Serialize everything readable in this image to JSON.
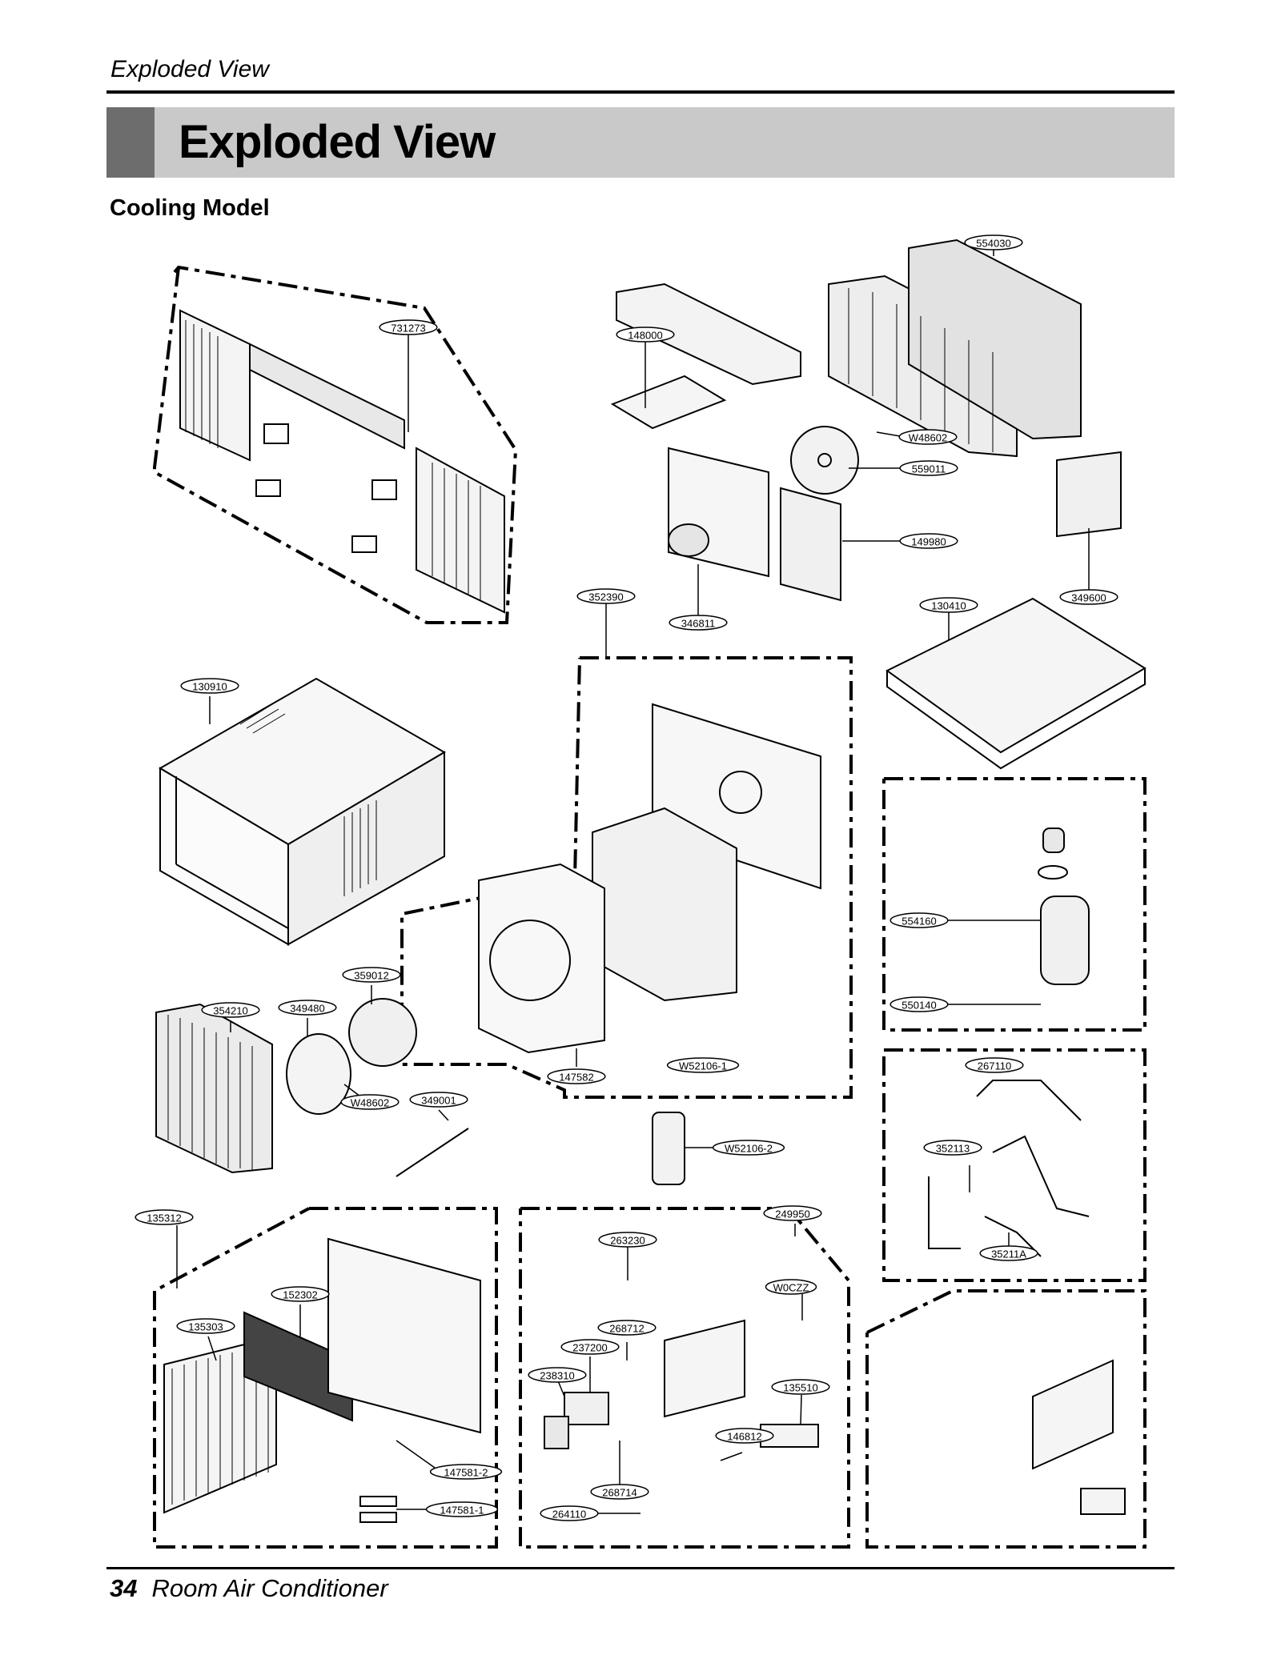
{
  "header": {
    "running_head": "Exploded View"
  },
  "title_band": {
    "title": "Exploded View"
  },
  "section": {
    "title": "Cooling Model"
  },
  "parts": [
    {
      "id": "731273"
    },
    {
      "id": "148000"
    },
    {
      "id": "554030"
    },
    {
      "id": "W48602"
    },
    {
      "id": "559011"
    },
    {
      "id": "149980"
    },
    {
      "id": "352390"
    },
    {
      "id": "346811"
    },
    {
      "id": "349600"
    },
    {
      "id": "130410"
    },
    {
      "id": "130910"
    },
    {
      "id": "554160"
    },
    {
      "id": "550140"
    },
    {
      "id": "359012"
    },
    {
      "id": "354210"
    },
    {
      "id": "349480"
    },
    {
      "id": "W48602"
    },
    {
      "id": "147582"
    },
    {
      "id": "349001"
    },
    {
      "id": "W52106-2"
    },
    {
      "id": "W52106-1"
    },
    {
      "id": "267110"
    },
    {
      "id": "352113"
    },
    {
      "id": "35211A"
    },
    {
      "id": "135312"
    },
    {
      "id": "249950"
    },
    {
      "id": "263230"
    },
    {
      "id": "W0CZZ"
    },
    {
      "id": "152302"
    },
    {
      "id": "135303"
    },
    {
      "id": "268712"
    },
    {
      "id": "237200"
    },
    {
      "id": "238310"
    },
    {
      "id": "135510"
    },
    {
      "id": "146812"
    },
    {
      "id": "268714"
    },
    {
      "id": "264110"
    },
    {
      "id": "147581-2"
    },
    {
      "id": "147581-1"
    }
  ],
  "footer": {
    "page_number": "34",
    "doc_title": "Room Air Conditioner"
  }
}
